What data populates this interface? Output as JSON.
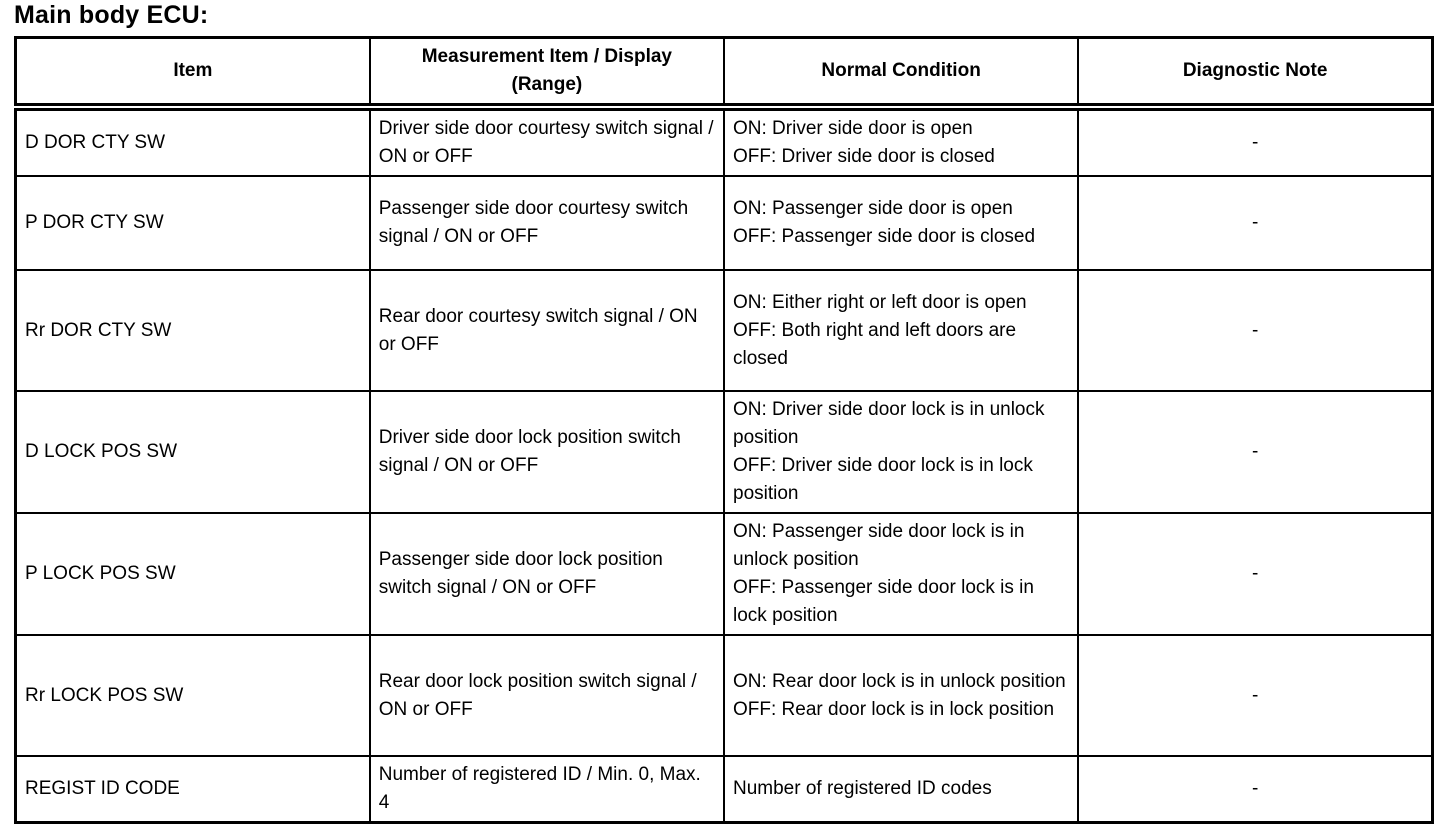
{
  "page": {
    "title": "Main body ECU:"
  },
  "table": {
    "headers": {
      "item": "Item",
      "measurement": "Measurement Item / Display\n(Range)",
      "normal_condition": "Normal Condition",
      "diagnostic_note": "Diagnostic Note"
    },
    "rows": [
      {
        "item": "D DOR CTY SW",
        "measurement": "Driver side door courtesy switch signal / ON or OFF",
        "normal_condition": "ON: Driver side door is open\nOFF: Driver side door is closed",
        "diagnostic_note": "-"
      },
      {
        "item": "P DOR CTY SW",
        "measurement": "Passenger side door courtesy switch signal / ON or OFF",
        "normal_condition": "ON: Passenger side door is open\nOFF: Passenger side door is closed",
        "diagnostic_note": "-"
      },
      {
        "item": "Rr DOR CTY SW",
        "measurement": "Rear door courtesy switch signal / ON or OFF",
        "normal_condition": "ON: Either right or left door is open\nOFF: Both right and left doors are closed",
        "diagnostic_note": "-"
      },
      {
        "item": "D LOCK POS SW",
        "measurement": "Driver side door lock position switch signal / ON or OFF",
        "normal_condition": "ON: Driver side door lock is in unlock position\nOFF: Driver side door lock is in lock position",
        "diagnostic_note": "-"
      },
      {
        "item": "P LOCK POS SW",
        "measurement": "Passenger side door lock position switch signal / ON or OFF",
        "normal_condition": "ON: Passenger side door lock is in unlock position\nOFF: Passenger side door lock is in lock position",
        "diagnostic_note": "-"
      },
      {
        "item": "Rr LOCK POS SW",
        "measurement": "Rear door lock position switch signal / ON or OFF",
        "normal_condition": "ON: Rear door lock is in unlock position\nOFF: Rear door lock is in lock position",
        "diagnostic_note": "-"
      },
      {
        "item": "REGIST ID CODE",
        "measurement": "Number of registered ID / Min. 0, Max. 4",
        "normal_condition": "Number of registered ID codes",
        "diagnostic_note": "-"
      }
    ]
  },
  "colors": {
    "text": "#000000",
    "background": "#ffffff",
    "border": "#000000"
  }
}
